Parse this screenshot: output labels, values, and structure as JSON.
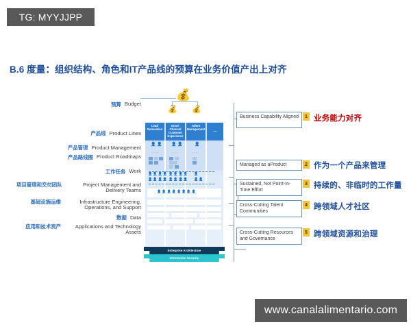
{
  "watermarks": {
    "top": "TG: MYYJJPP",
    "bottom": "www.canalalimentario.com"
  },
  "page_title": "B.6 度量：组织结构、角色和IT产品线的预算在业务价值产出上对齐",
  "colors": {
    "title_blue": "#1f4e9c",
    "label_blue": "#2a6cc0",
    "accent_blue": "#2f7fd1",
    "badge_yellow": "#f3c33b",
    "highlight_red": "#c00000",
    "ea_navy": "#0e3a5c",
    "infosec_cyan": "#2bc4cf",
    "watermark_gray": "#595959"
  },
  "left_labels": [
    {
      "cn": "预算",
      "en": "Budget"
    },
    {
      "cn": "产品线",
      "en": "Product Lines"
    },
    {
      "cn": "产品管理",
      "en": "Product Management"
    },
    {
      "cn": "产品路线图",
      "en": "Product Roadmaps"
    },
    {
      "cn": "工作任务",
      "en": "Work"
    },
    {
      "cn": "项目管理和交付团队",
      "en": "Project Management and Delivery Teams"
    },
    {
      "cn": "基础设施运维",
      "en": "Infrastructure Engineering, Operations, and Support"
    },
    {
      "cn": "数据",
      "en": "Data"
    },
    {
      "cn": "应用和技术资产",
      "en": "Applications and Technology Assets"
    }
  ],
  "diagram": {
    "columns": [
      "Lead Generation",
      "Omni-Channel Customer Experience",
      "Talent Management",
      "…"
    ],
    "foundation_arrows": [
      "Enterprise Architecture",
      "Information Security"
    ],
    "money_icon": "money-bag"
  },
  "right_items": [
    {
      "num": "1",
      "en": "Business Capability Aligned",
      "cn": "业务能力对齐",
      "cn_color": "#c00000"
    },
    {
      "num": "2",
      "en": "Managed as aProduct",
      "cn": "作为一个产品来管理",
      "cn_color": "#1f4e9c"
    },
    {
      "num": "3",
      "en": "Sustained, Not Point-In-Time Effort",
      "cn": "持续的、非临时的工作量",
      "cn_color": "#1f4e9c"
    },
    {
      "num": "4",
      "en": "Cross-Cutting Talent Communities",
      "cn": "跨领域人才社区",
      "cn_color": "#1f4e9c"
    },
    {
      "num": "5",
      "en": "Cross-Cutting Resources and Governance",
      "cn": "跨领域资源和治理",
      "cn_color": "#1f4e9c"
    }
  ]
}
